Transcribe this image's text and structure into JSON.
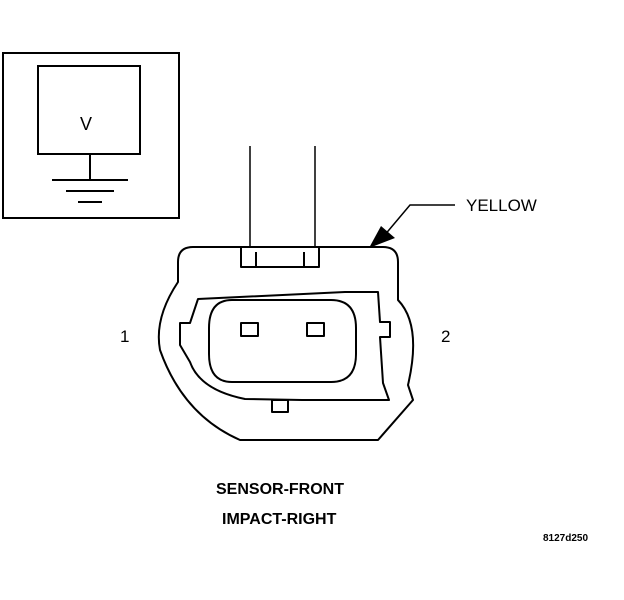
{
  "symbol": {
    "voltage_label": "V",
    "icon": "ground-icon"
  },
  "connector": {
    "pins": [
      {
        "label": "1"
      },
      {
        "label": "2"
      }
    ],
    "wire_color": "YELLOW"
  },
  "caption": {
    "line1": "SENSOR-FRONT",
    "line2": "IMPACT-RIGHT"
  },
  "figure_code": "8127d250"
}
